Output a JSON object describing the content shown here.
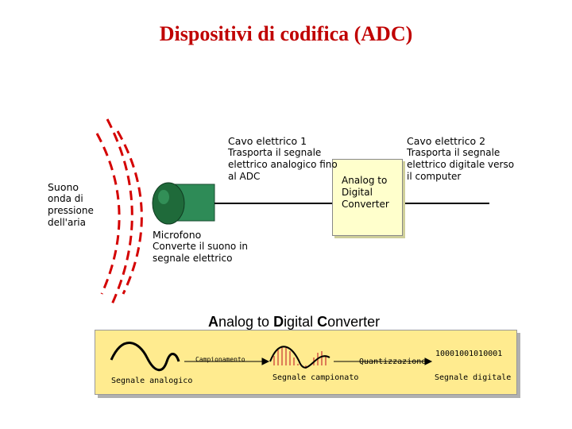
{
  "title": "Dispositivi di codifica (ADC)",
  "suono": {
    "heading": "Suono",
    "lines": [
      "onda di",
      "pressione",
      "dell'aria"
    ]
  },
  "microfono": {
    "heading": "Microfono",
    "lines": [
      "Converte il suono in",
      "segnale elettrico"
    ]
  },
  "cavo1": {
    "heading": "Cavo elettrico 1",
    "lines": [
      "Trasporta il segnale",
      "elettrico analogico fino",
      "al ADC"
    ]
  },
  "cavo2": {
    "heading": "Cavo elettrico 2",
    "lines": [
      "Trasporta il segnale",
      "elettrico digitale verso",
      "il computer"
    ]
  },
  "adc_box": {
    "lines": [
      "Analog to",
      "Digital",
      "Converter"
    ]
  },
  "adc_heading": {
    "p1": "A",
    "p2": "nalog to ",
    "p3": "D",
    "p4": "igital ",
    "p5": "C",
    "p6": "onverter"
  },
  "strip": {
    "segnale_analogico": "Segnale analogico",
    "campionamento": "Campionamento",
    "segnale_campionato": "Segnale campionato",
    "quantizzazione": "Quantizzazione",
    "bits": "10001001010001",
    "segnale_digitale": "Segnale digitale"
  },
  "colors": {
    "title": "#c00000",
    "waves": "#d40000",
    "mic_body": "#2e8b57",
    "mic_head": "#1f6a3a",
    "strip_bg": "#ffeb8f",
    "box_bg": "#ffffcc"
  }
}
